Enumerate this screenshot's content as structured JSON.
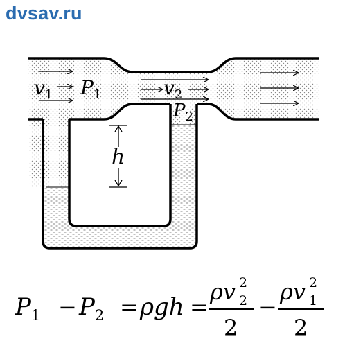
{
  "site": {
    "name": "dvsav.ru"
  },
  "diagram": {
    "labels": {
      "v1": "v",
      "v1_sub": "1",
      "p1": "P",
      "p1_sub": "1",
      "v2": "v",
      "v2_sub": "2",
      "p2": "P",
      "p2_sub": "2",
      "h": "h"
    }
  },
  "formula": {
    "p1": "P",
    "p1_sub": "1",
    "minus1": "−",
    "p2": "P",
    "p2_sub": "2",
    "eq1": "=",
    "rhogh": "ρgh",
    "eq2": "=",
    "frac1_num": "ρv",
    "frac1_sub": "2",
    "frac1_sup": "2",
    "frac1_den": "2",
    "minus2": "−",
    "frac2_num": "ρv",
    "frac2_sub": "1",
    "frac2_sup": "2",
    "frac2_den": "2"
  },
  "colors": {
    "watermark": "#2b6cb0",
    "stroke": "#000000",
    "fluid_dots": "#8a8a8a"
  }
}
